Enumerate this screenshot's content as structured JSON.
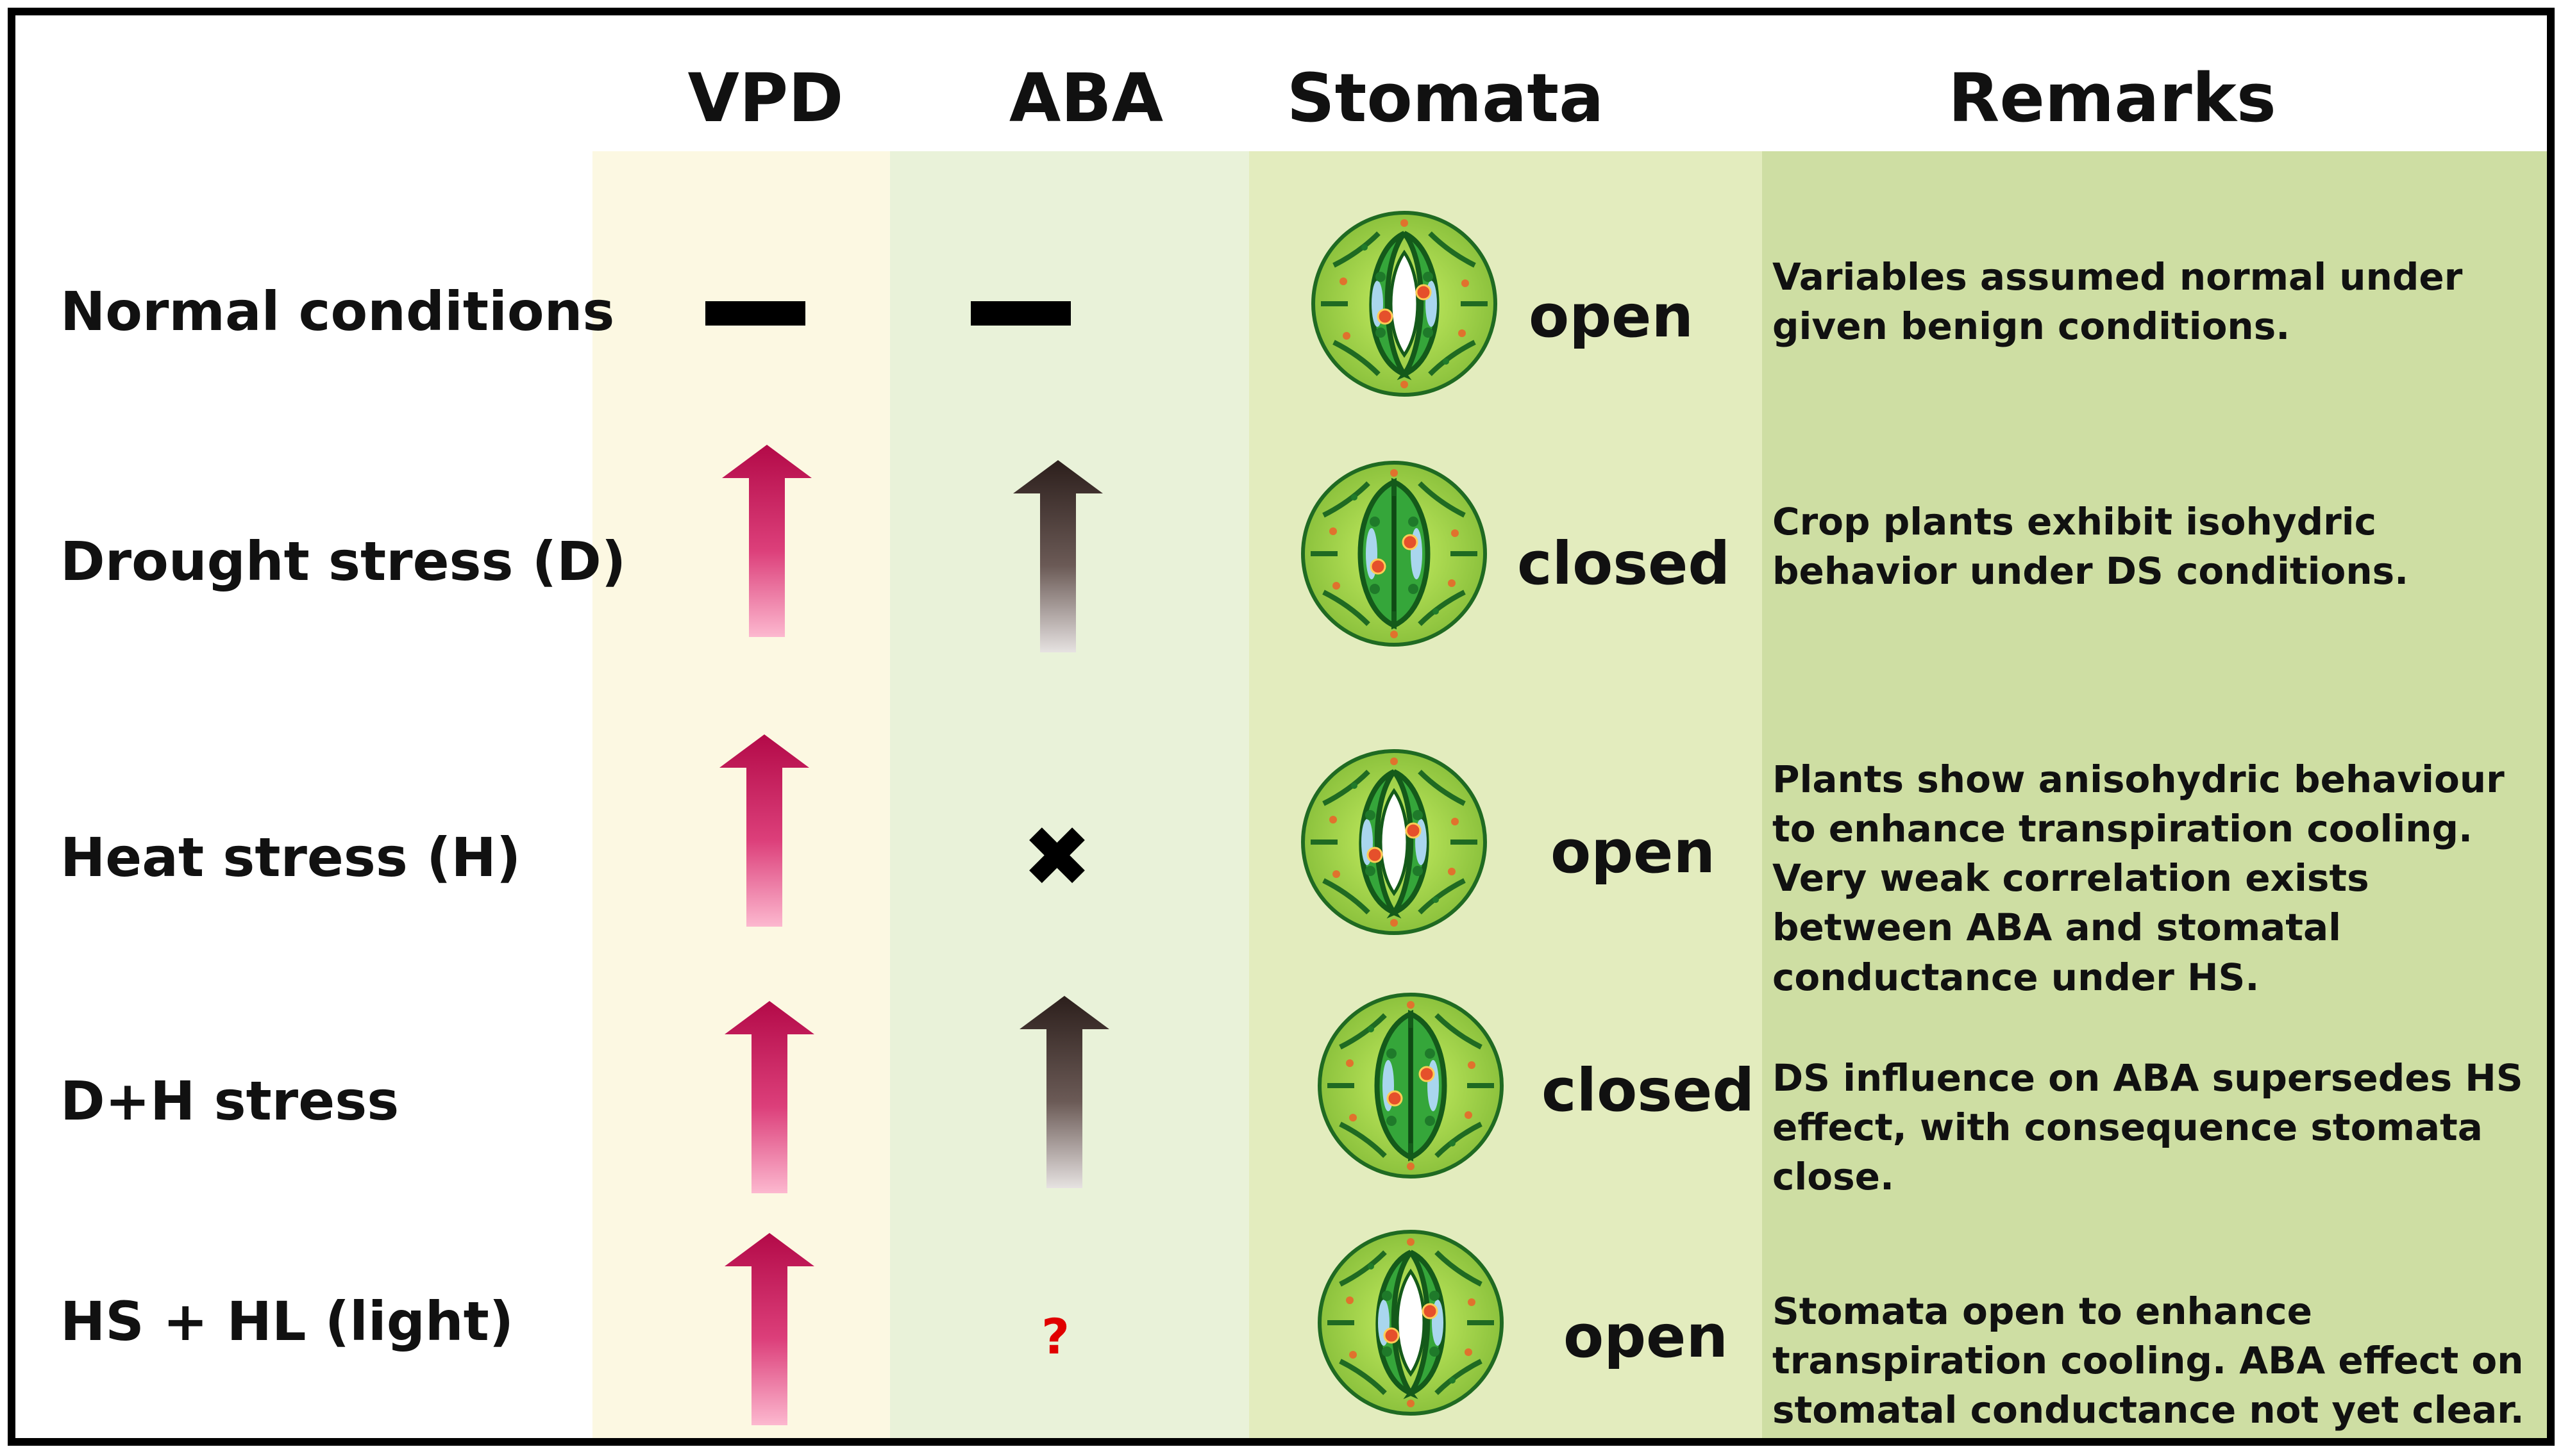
{
  "headers": {
    "vpd": "VPD",
    "aba": "ABA",
    "stomata": "Stomata",
    "remarks": "Remarks"
  },
  "colors": {
    "vpd_column": "#fcf8e2",
    "aba_column": "#e9f2d9",
    "stomata_column": "#e3ecbe",
    "remarks_column": "#cedea3",
    "vpd_arrow": "#bf0e4f",
    "aba_arrow": "#3a2520",
    "question_mark": "#e00000"
  },
  "rows": [
    {
      "condition": "Normal conditions",
      "vpd": "no change (dash)",
      "aba": "no change (dash)",
      "stomata_icon": "open-stoma-icon",
      "stomata_state": "open",
      "remark": "Variables assumed normal under given benign conditions."
    },
    {
      "condition": "Drought stress (D)",
      "vpd": "increase (red up arrow)",
      "aba": "increase (dark up arrow)",
      "stomata_icon": "closed-stoma-icon",
      "stomata_state": "closed",
      "remark": "Crop plants exhibit isohydric behavior under DS conditions."
    },
    {
      "condition": "Heat stress (H)",
      "vpd": "increase (red up arrow)",
      "aba": "no effect (cross mark)",
      "stomata_icon": "open-stoma-icon",
      "stomata_state": "open",
      "remark": "Plants show anisohydric behaviour to enhance transpiration cooling. Very weak correlation exists between ABA and stomatal conductance under HS."
    },
    {
      "condition": "D+H stress",
      "vpd": "increase (red up arrow)",
      "aba": "increase (dark up arrow)",
      "stomata_icon": "closed-stoma-icon",
      "stomata_state": "closed",
      "remark": "DS influence on ABA supersedes HS effect, with consequence stomata close."
    },
    {
      "condition": "HS + HL (light)",
      "vpd": "increase (red up arrow)",
      "aba": "unclear",
      "aba_symbol": "?",
      "stomata_icon": "open-stoma-icon",
      "stomata_state": "open",
      "remark": "Stomata open to enhance transpiration cooling. ABA effect on stomatal conductance not yet clear."
    }
  ]
}
